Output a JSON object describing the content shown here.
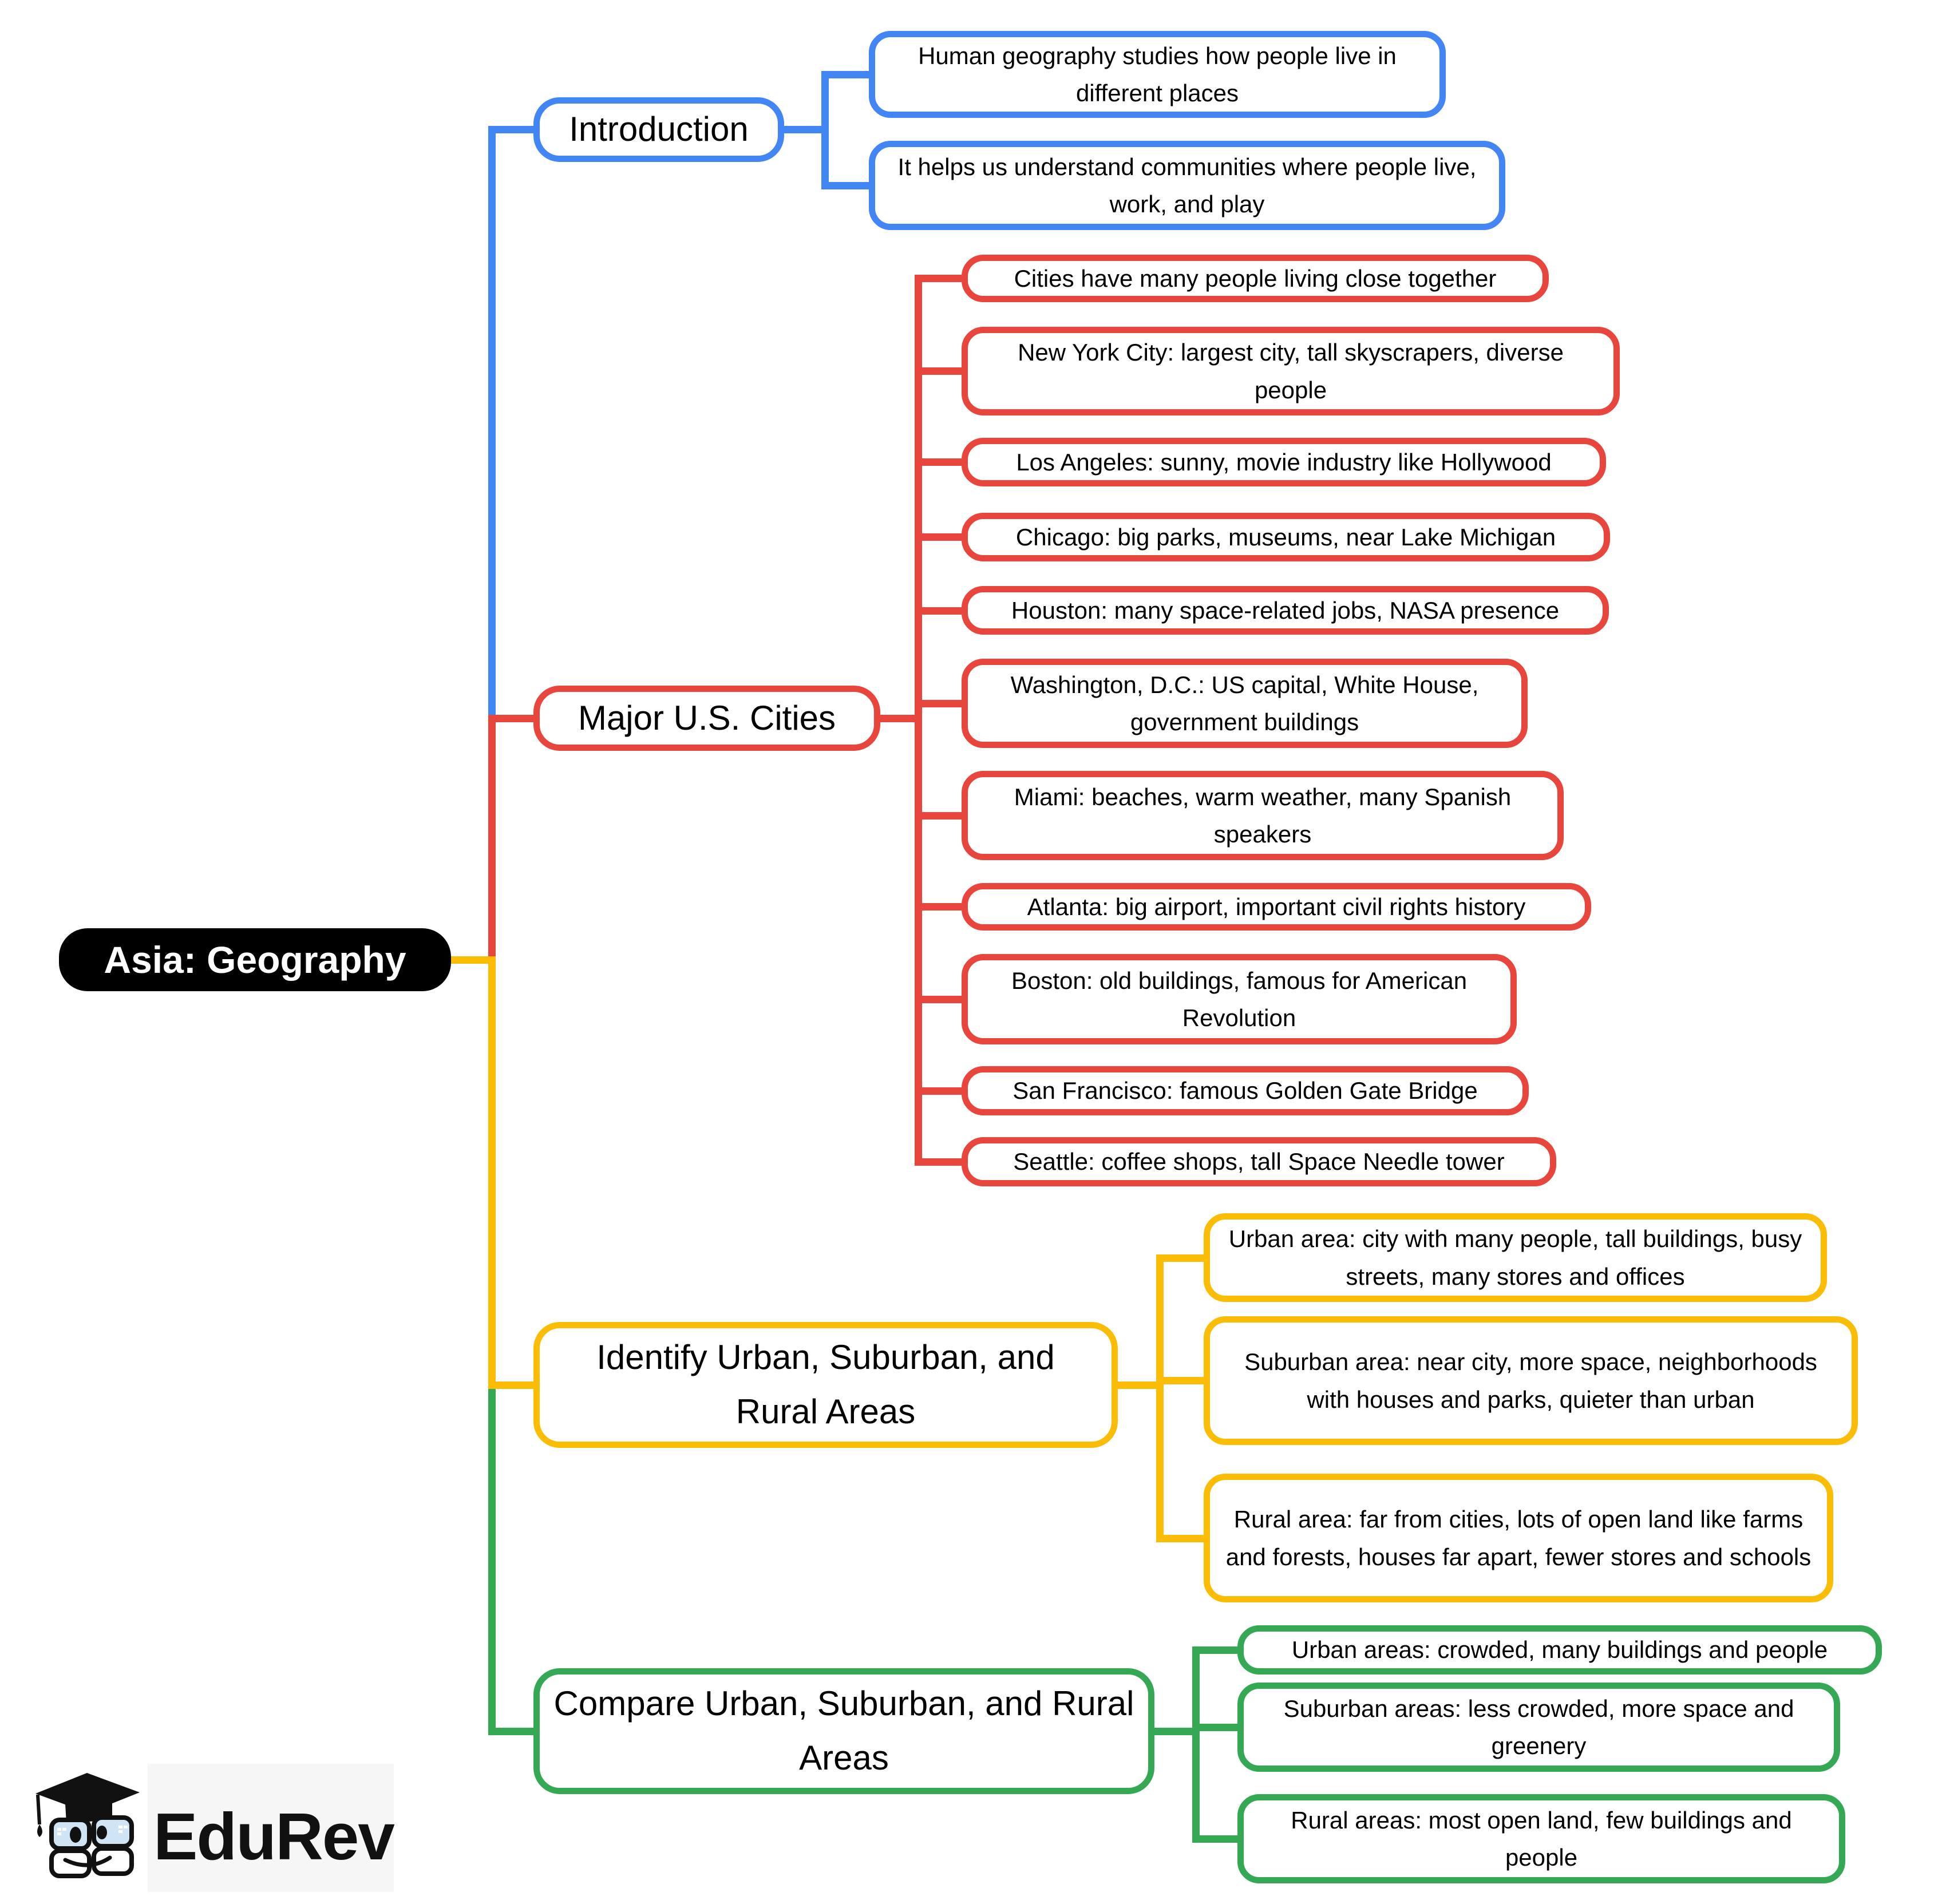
{
  "root": {
    "label": "Asia: Geography"
  },
  "colors": {
    "root_background": "#000000",
    "introduction": "#4285f4",
    "major_us_cities": "#e8453c",
    "identify_areas": "#fbbc05",
    "compare_areas": "#34a853"
  },
  "branches": [
    {
      "label": "Introduction",
      "children": [
        "Human geography studies how people live in different places",
        "It helps us understand communities where people live, work, and play"
      ]
    },
    {
      "label": "Major U.S. Cities",
      "children": [
        "Cities have many people living close together",
        "New York City: largest city, tall skyscrapers, diverse people",
        "Los Angeles: sunny, movie industry like Hollywood",
        "Chicago: big parks, museums, near Lake Michigan",
        "Houston: many space-related jobs, NASA presence",
        "Washington, D.C.: US capital, White House, government buildings",
        "Miami: beaches, warm weather, many Spanish speakers",
        "Atlanta: big airport, important civil rights history",
        "Boston: old buildings, famous for American Revolution",
        "San Francisco: famous Golden Gate Bridge",
        "Seattle: coffee shops, tall Space Needle tower"
      ]
    },
    {
      "label": "Identify Urban, Suburban, and Rural Areas",
      "children": [
        "Urban area: city with many people, tall buildings, busy streets, many stores and offices",
        "Suburban area: near city, more space, neighborhoods with houses and parks, quieter than urban",
        "Rural area: far from cities, lots of open land like farms and forests, houses far apart, fewer stores and schools"
      ]
    },
    {
      "label": "Compare Urban, Suburban, and Rural Areas",
      "children": [
        "Urban areas: crowded, many buildings and people",
        "Suburban areas: less crowded, more space and greenery",
        "Rural areas: most open land, few buildings and people"
      ]
    }
  ],
  "logo": {
    "brand": "EduRev"
  }
}
